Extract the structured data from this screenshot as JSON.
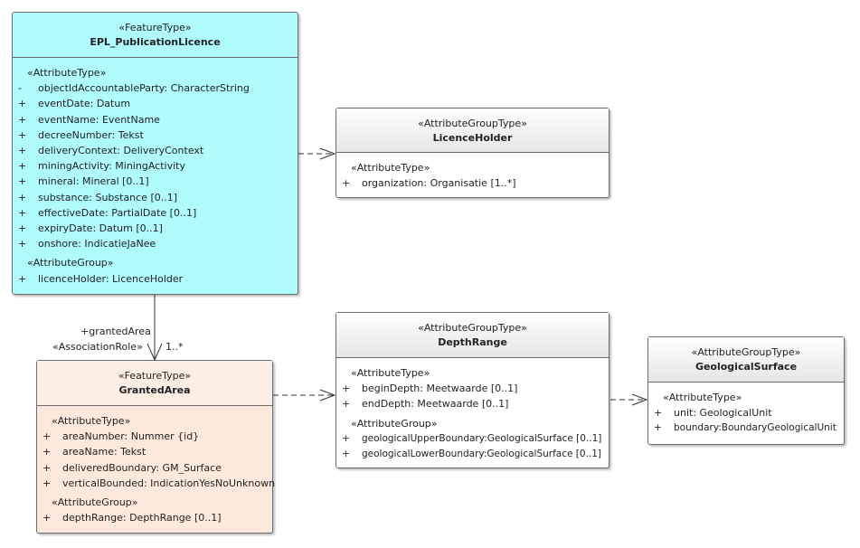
{
  "classes": {
    "epl": {
      "stereotype": "«FeatureType»",
      "name": "EPL_PublicationLicence",
      "attr_stereotype": "«AttributeType»",
      "attributes": [
        {
          "vis": "-",
          "text": "objectIdAccountableParty: CharacterString"
        },
        {
          "vis": "+",
          "text": "eventDate: Datum"
        },
        {
          "vis": "+",
          "text": "eventName: EventName"
        },
        {
          "vis": "+",
          "text": "decreeNumber: Tekst"
        },
        {
          "vis": "+",
          "text": "deliveryContext: DeliveryContext"
        },
        {
          "vis": "+",
          "text": "miningActivity: MiningActivity"
        },
        {
          "vis": "+",
          "text": "mineral: Mineral [0..1]"
        },
        {
          "vis": "+",
          "text": "substance: Substance [0..1]"
        },
        {
          "vis": "+",
          "text": "effectiveDate: PartialDate [0..1]"
        },
        {
          "vis": "+",
          "text": "expiryDate: Datum [0..1]"
        },
        {
          "vis": "+",
          "text": "onshore: IndicatieJaNee"
        }
      ],
      "group_stereotype": "«AttributeGroup»",
      "groups": [
        {
          "vis": "+",
          "text": "licenceHolder: LicenceHolder"
        }
      ]
    },
    "licence_holder": {
      "stereotype": "«AttributeGroupType»",
      "name": "LicenceHolder",
      "attr_stereotype": "«AttributeType»",
      "attributes": [
        {
          "vis": "+",
          "text": "organization: Organisatie [1..*]"
        }
      ]
    },
    "granted_area": {
      "stereotype": "«FeatureType»",
      "name": "GrantedArea",
      "attr_stereotype": "«AttributeType»",
      "attributes": [
        {
          "vis": "+",
          "text": "areaNumber: Nummer {id}"
        },
        {
          "vis": "+",
          "text": "areaName: Tekst"
        },
        {
          "vis": "+",
          "text": "deliveredBoundary: GM_Surface"
        },
        {
          "vis": "+",
          "text": "verticalBounded: IndicationYesNoUnknown"
        }
      ],
      "group_stereotype": "«AttributeGroup»",
      "groups": [
        {
          "vis": "+",
          "text": "depthRange: DepthRange [0..1]"
        }
      ]
    },
    "depth_range": {
      "stereotype": "«AttributeGroupType»",
      "name": "DepthRange",
      "attr_stereotype": "«AttributeType»",
      "attributes": [
        {
          "vis": "+",
          "text": "beginDepth: Meetwaarde [0..1]"
        },
        {
          "vis": "+",
          "text": "endDepth: Meetwaarde [0..1]"
        }
      ],
      "group_stereotype": "«AttributeGroup»",
      "groups": [
        {
          "vis": "+",
          "text": "geologicalUpperBoundary:GeologicalSurface [0..1]"
        },
        {
          "vis": "+",
          "text": "geologicalLowerBoundary:GeologicalSurface [0..1]"
        }
      ]
    },
    "geological_surface": {
      "stereotype": "«AttributeGroupType»",
      "name": "GeologicalSurface",
      "attr_stereotype": "«AttributeType»",
      "attributes": [
        {
          "vis": "+",
          "text": "unit: GeologicalUnit"
        },
        {
          "vis": "+",
          "text": "boundary:BoundaryGeologicalUnit"
        }
      ]
    }
  },
  "association": {
    "role": "+grantedArea",
    "stereotype": "«AssociationRole»",
    "multiplicity": "1..*"
  },
  "colors": {
    "feature_type_fill": "#b0fbfe",
    "granted_area_fill": "#fde9dc",
    "group_type_fill": "#ffffff",
    "border": "#6b6b6b"
  }
}
